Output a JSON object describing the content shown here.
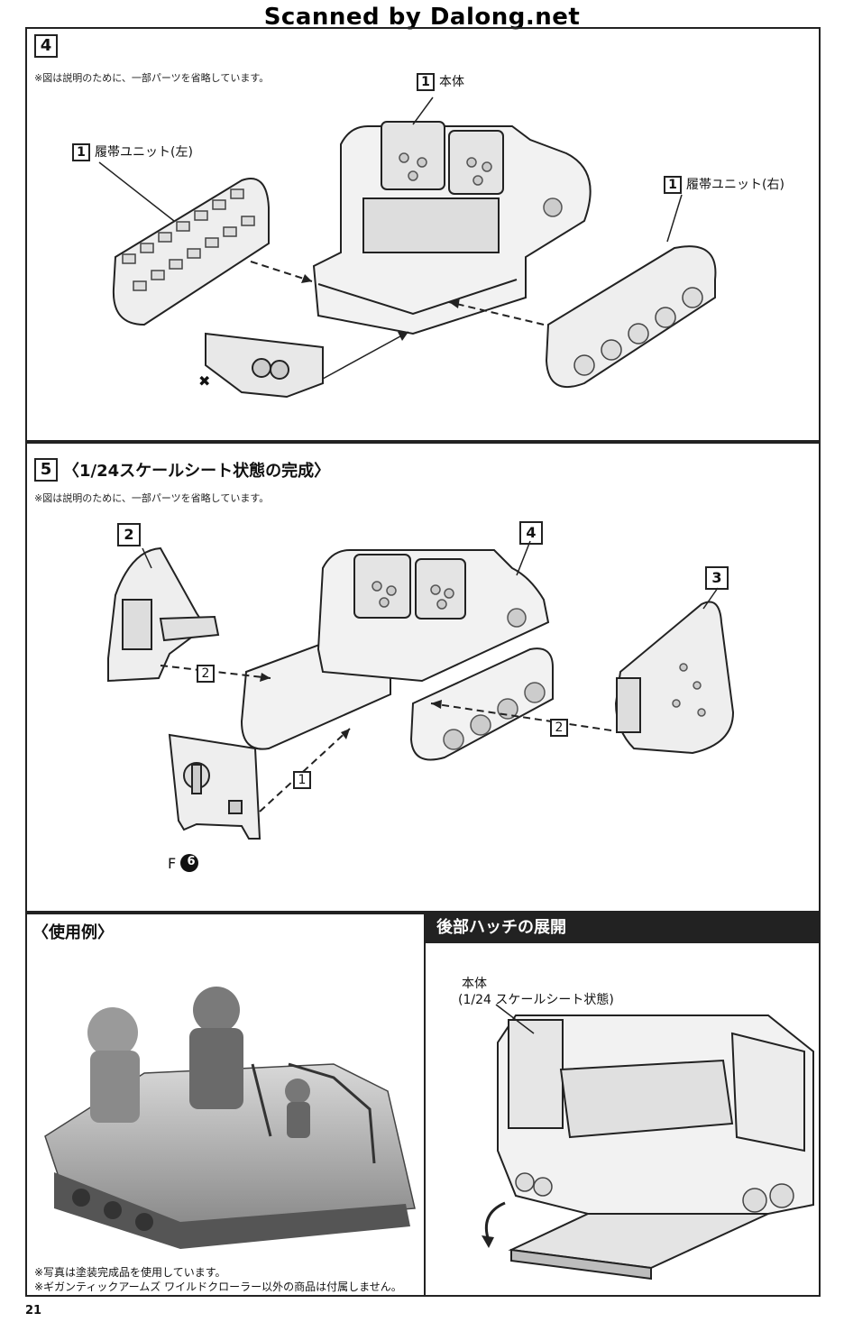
{
  "watermark": "Scanned by Dalong.net",
  "step4": {
    "number": "4",
    "note": "※図は説明のために、一部パーツを省略しています。",
    "body_label": {
      "num": "1",
      "text": "本体"
    },
    "track_left": {
      "num": "1",
      "text": "履帯ユニット(左)"
    },
    "track_right": {
      "num": "1",
      "text": "履帯ユニット(右)"
    },
    "unused_mark": "✖"
  },
  "step5": {
    "number": "5",
    "title": "〈1/24スケールシート状態の完成〉",
    "note": "※図は説明のために、一部パーツを省略しています。",
    "callout_2": "2",
    "callout_4": "4",
    "callout_3": "3",
    "arrow_left_label": "2",
    "arrow_right_label": "2",
    "arrow_bottom_label": "1",
    "part_letter": "F",
    "part_number": "6"
  },
  "usage": {
    "title": "〈使用例〉",
    "note1": "※写真は塗装完成品を使用しています。",
    "note2": "※ギガンティックアームズ ワイルドクローラー以外の商品は付属しません。"
  },
  "hatch": {
    "title": "後部ハッチの展開",
    "body_label_line1": "本体",
    "body_label_line2": "(1/24 スケールシート状態)"
  },
  "page_number": "21"
}
